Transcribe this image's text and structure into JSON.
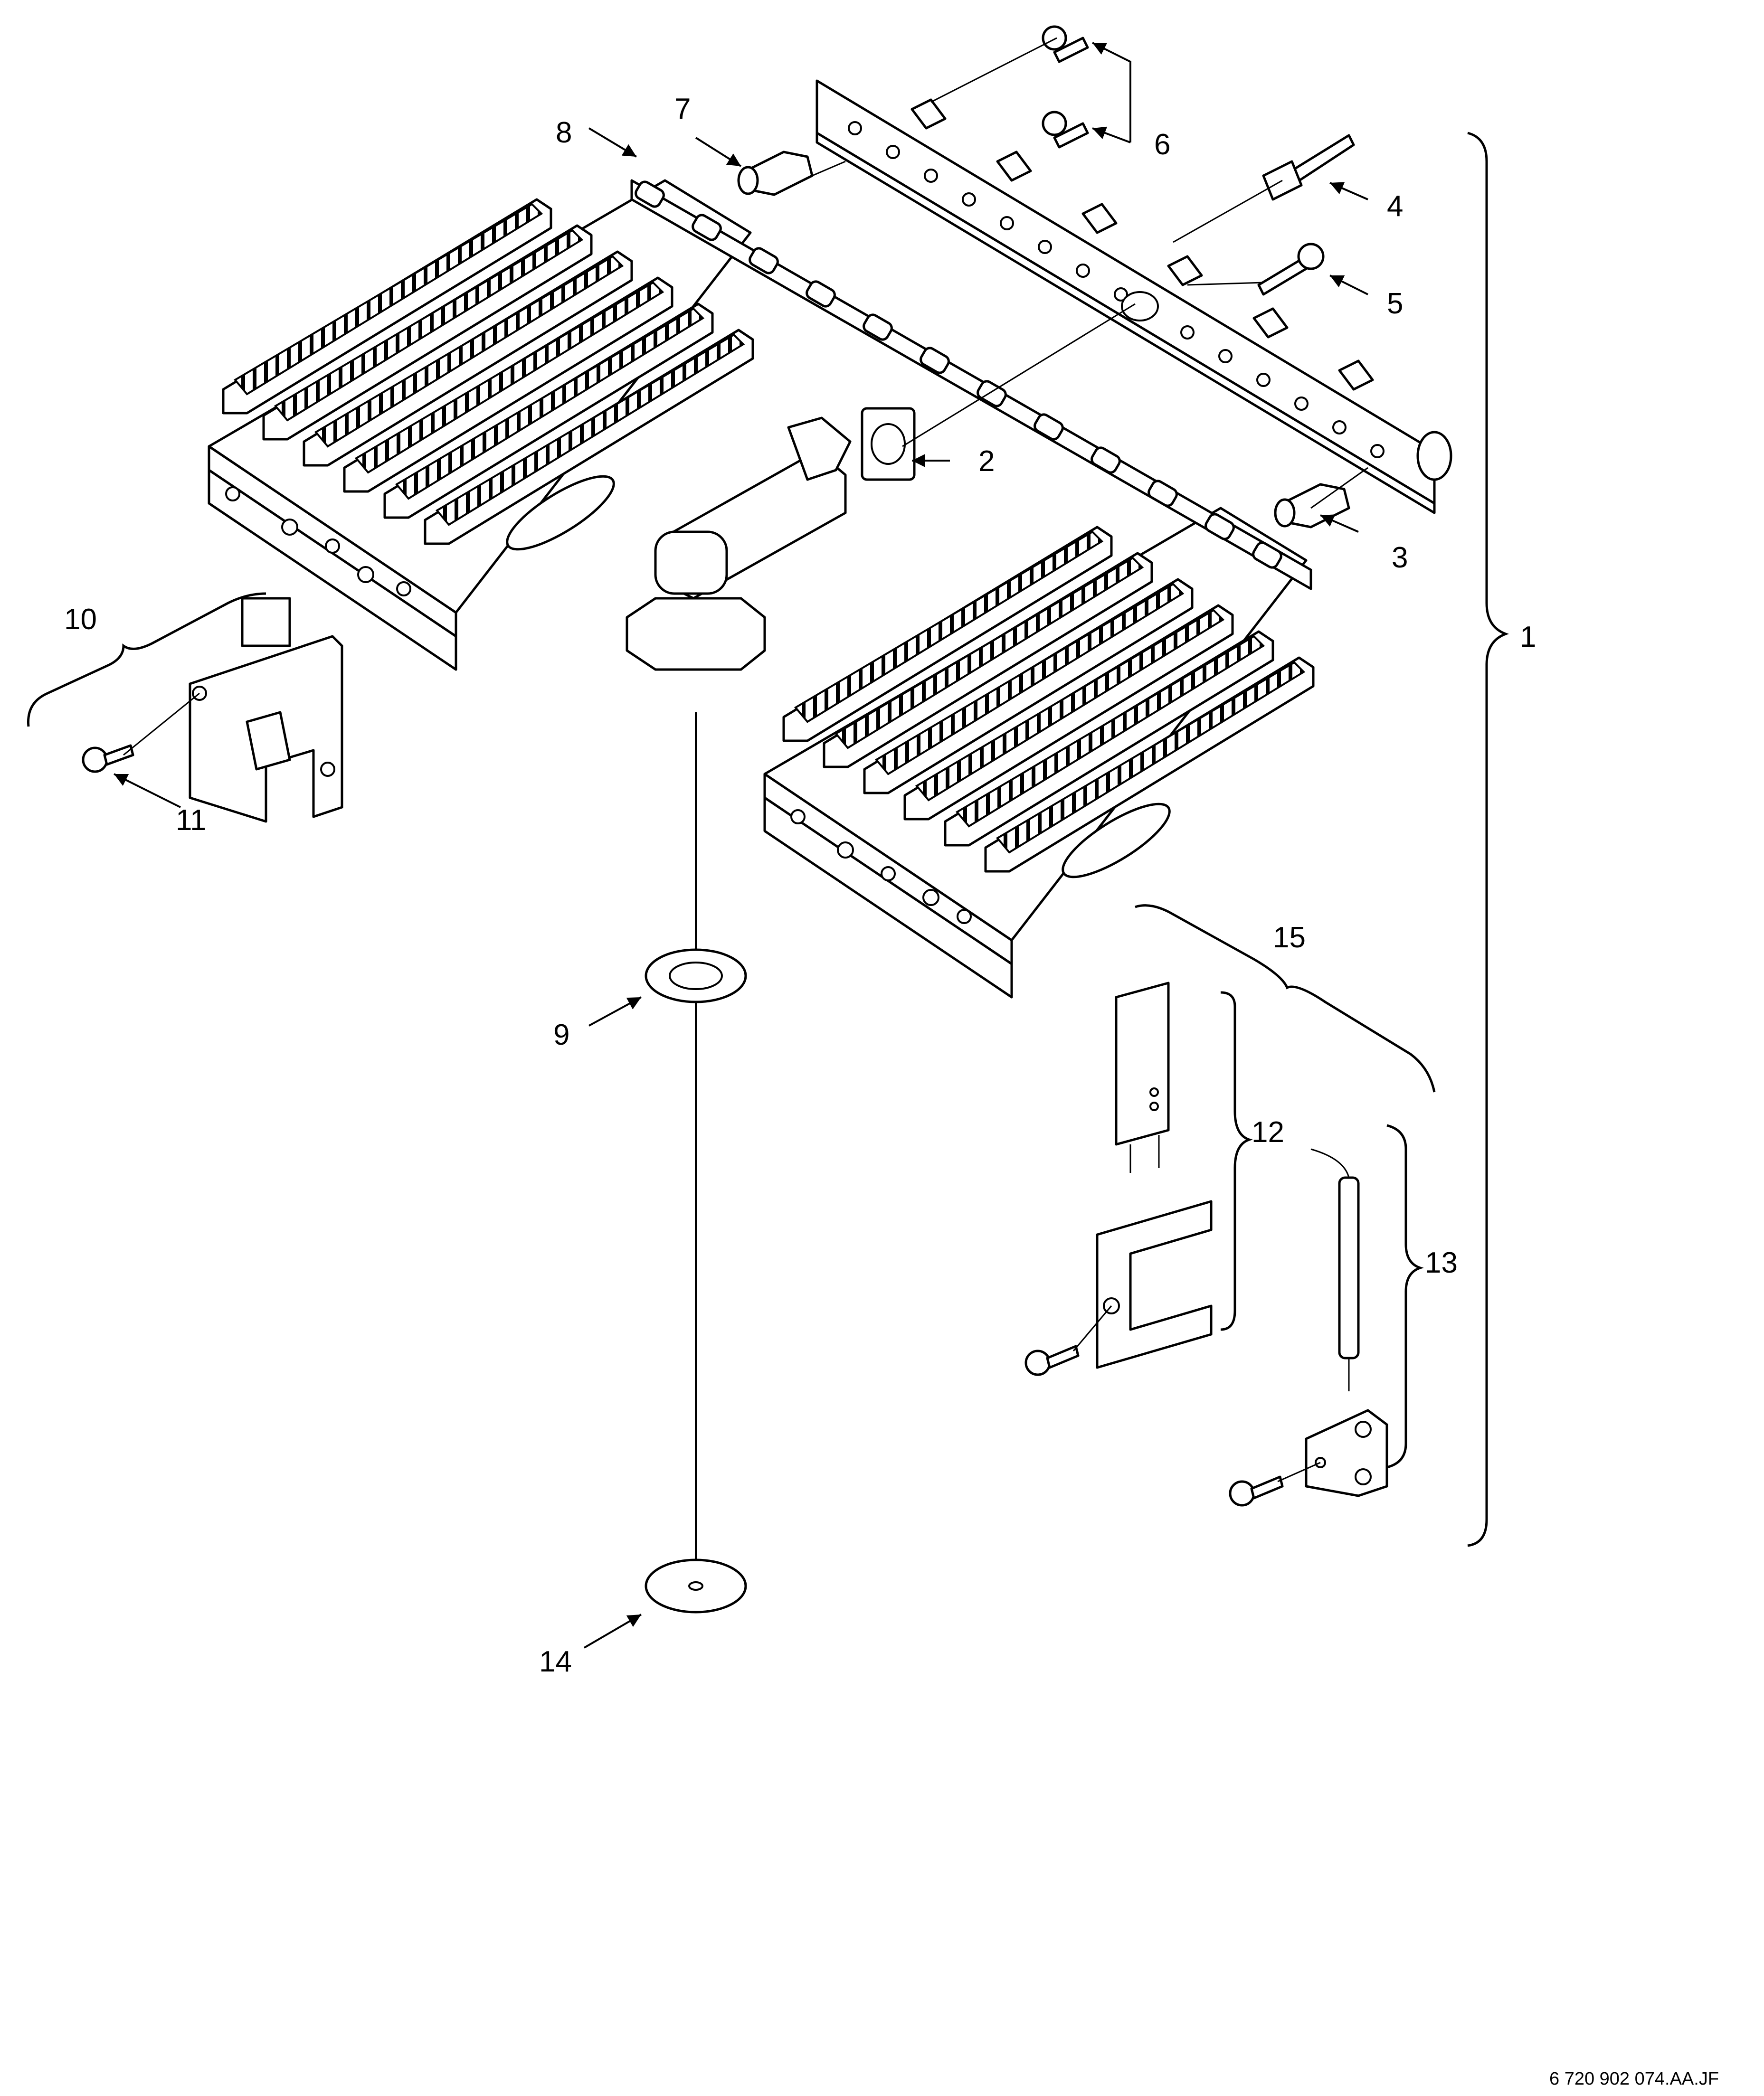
{
  "labels": {
    "1": "1",
    "2": "2",
    "3": "3",
    "4": "4",
    "5": "5",
    "6": "6",
    "7": "7",
    "8": "8",
    "9": "9",
    "10": "10",
    "11": "11",
    "12": "12",
    "13": "13",
    "14": "14",
    "15": "15"
  },
  "reference": "6 720 902 074.AA.JF"
}
